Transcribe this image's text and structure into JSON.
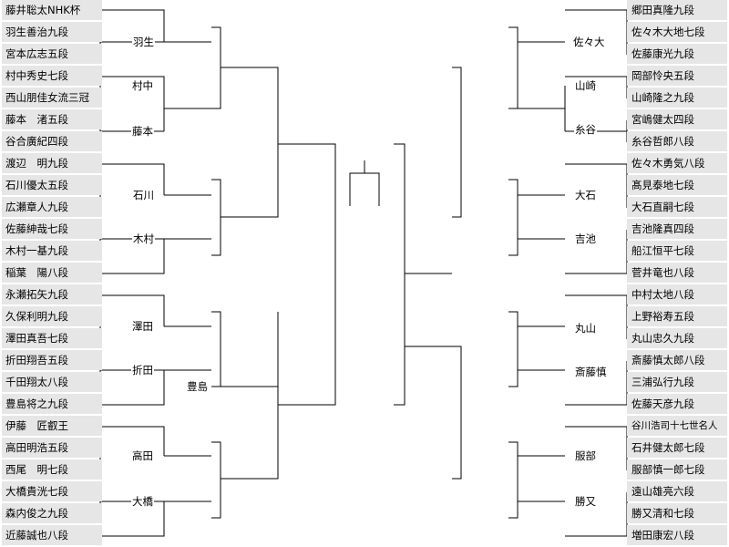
{
  "title": "藤井聡太NHK杯",
  "left_players": [
    "藤井聡太NHK杯",
    "羽生善治九段",
    "宮本広志五段",
    "村中秀史七段",
    "西山朋佳女流三冠",
    "藤本　渚五段",
    "谷合廣紀四段",
    "渡辺　明九段",
    "石川優太五段",
    "広瀬章人九段",
    "佐藤紳哉七段",
    "木村一基九段",
    "稲葉　陽八段",
    "永瀬拓矢九段",
    "久保利明九段",
    "澤田真吾七段",
    "折田翔吾五段",
    "千田翔太八段",
    "豊島将之九段",
    "伊藤　匠叡王",
    "高田明浩五段",
    "西尾　明七段",
    "大橋貴洸七段",
    "森内俊之九段",
    "近藤誠也八段"
  ],
  "right_players": [
    "郷田真隆九段",
    "佐々木大地七段",
    "佐藤康光九段",
    "岡部怜央五段",
    "山崎隆之九段",
    "宮嶋健太四段",
    "糸谷哲郎八段",
    "佐々木勇気八段",
    "髙見泰地七段",
    "大石直嗣七段",
    "吉池隆真四段",
    "船江恒平七段",
    "菅井竜也八段",
    "中村太地八段",
    "上野裕寿五段",
    "丸山忠久九段",
    "斎藤慎太郎八段",
    "三浦弘行九段",
    "佐藤天彦九段",
    "谷川浩司十七世名人",
    "石井健太郎七段",
    "服部慎一郎七段",
    "遠山雄亮六段",
    "勝又清和七段",
    "増田康宏八段"
  ],
  "left_winners": {
    "r1": [
      "羽生",
      "村中",
      "藤本",
      "石川",
      "木村",
      "澤田",
      "折田",
      "高田",
      "大橋"
    ],
    "r3": [
      "豊島"
    ]
  },
  "right_winners": {
    "r1": [
      "佐々大",
      "山崎",
      "糸谷",
      "大石",
      "吉池",
      "丸山",
      "斎藤慎",
      "服部",
      "勝又"
    ]
  }
}
